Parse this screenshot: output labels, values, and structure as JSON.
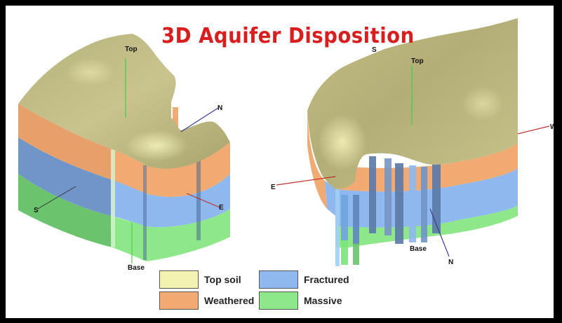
{
  "title": "3D Aquifer Disposition",
  "left_block": {
    "labels": {
      "top": "Top",
      "north": "N",
      "south": "S",
      "east": "E",
      "base": "Base"
    }
  },
  "right_block": {
    "labels": {
      "south": "S",
      "top": "Top",
      "west": "W",
      "east": "E",
      "north": "N",
      "base": "Base"
    }
  },
  "legend": {
    "items": [
      {
        "label": "Top soil",
        "color": "#f3f2b0"
      },
      {
        "label": "Fractured",
        "color": "#8fb9ee"
      },
      {
        "label": "Weathered",
        "color": "#f0aa72"
      },
      {
        "label": "Massive",
        "color": "#8ee88a"
      }
    ]
  },
  "colors": {
    "top_surface": "#b9b57c",
    "weathered": "#e8a06a",
    "fractured": "#6f95c9",
    "massive": "#6cc36e",
    "title": "#d81e1e"
  }
}
